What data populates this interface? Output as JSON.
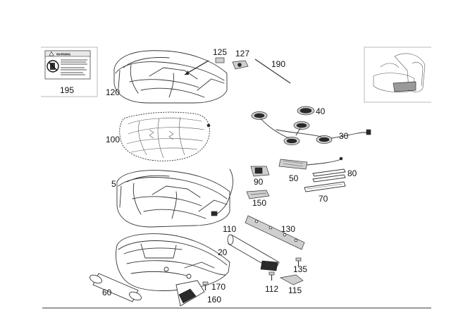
{
  "warning_label": {
    "heading": "WARNING"
  },
  "part_numbers": {
    "p5": "5",
    "p20": "20",
    "p30": "30",
    "p40": "40",
    "p50": "50",
    "p60": "60",
    "p70": "70",
    "p80": "80",
    "p90": "90",
    "p100": "100",
    "p110": "110",
    "p112": "112",
    "p115": "115",
    "p120": "120",
    "p125": "125",
    "p127": "127",
    "p130": "130",
    "p135": "135",
    "p150": "150",
    "p160": "160",
    "p170": "170",
    "p190": "190",
    "p195": "195"
  }
}
